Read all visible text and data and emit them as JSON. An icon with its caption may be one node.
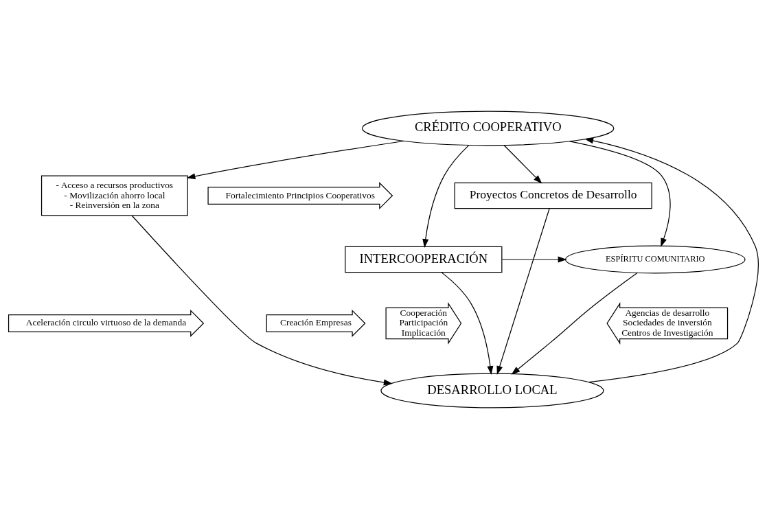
{
  "diagram": {
    "nodes": [
      {
        "text": [
          "CRÉDITO COOPERATIVO"
        ]
      },
      {
        "text": [
          "- Acceso a recursos productivos",
          "- Movilización ahorro local",
          "- Reinversión en la zona"
        ]
      },
      {
        "text": [
          "Fortalecimiento Principios Cooperativos"
        ]
      },
      {
        "text": [
          "Proyectos Concretos de Desarrollo"
        ]
      },
      {
        "text": [
          "INTERCOOPERACIÓN"
        ]
      },
      {
        "text": [
          "ESPÍRITU COMUNITARIO"
        ]
      },
      {
        "text": [
          "Creación Empresas"
        ]
      },
      {
        "text": [
          "Cooperación",
          "Participación",
          "Implicación"
        ]
      },
      {
        "text": [
          "Agencias de desarrollo",
          "Sociedades de inversión",
          "Centros de Investigación"
        ]
      },
      {
        "text": [
          "Aceleración circulo virtuoso de la demanda"
        ]
      },
      {
        "text": [
          "DESARROLLO LOCAL"
        ]
      }
    ],
    "edges": [
      {
        "from": 0,
        "to": 1,
        "arrow": "to"
      },
      {
        "from": 0,
        "to": 4,
        "arrow": "to"
      },
      {
        "from": 0,
        "to": 5,
        "arrow": "to"
      },
      {
        "from": 0,
        "to": 3,
        "arrow": "to"
      },
      {
        "from": 4,
        "to": 5,
        "arrow": "to"
      },
      {
        "from": 1,
        "to": 10,
        "arrow": "to"
      },
      {
        "from": 4,
        "to": 10,
        "arrow": "to"
      },
      {
        "from": 5,
        "to": 10,
        "arrow": "to"
      },
      {
        "from": 3,
        "to": 10,
        "arrow": "to"
      },
      {
        "from": 10,
        "to": 0,
        "arrow": "to"
      }
    ]
  }
}
